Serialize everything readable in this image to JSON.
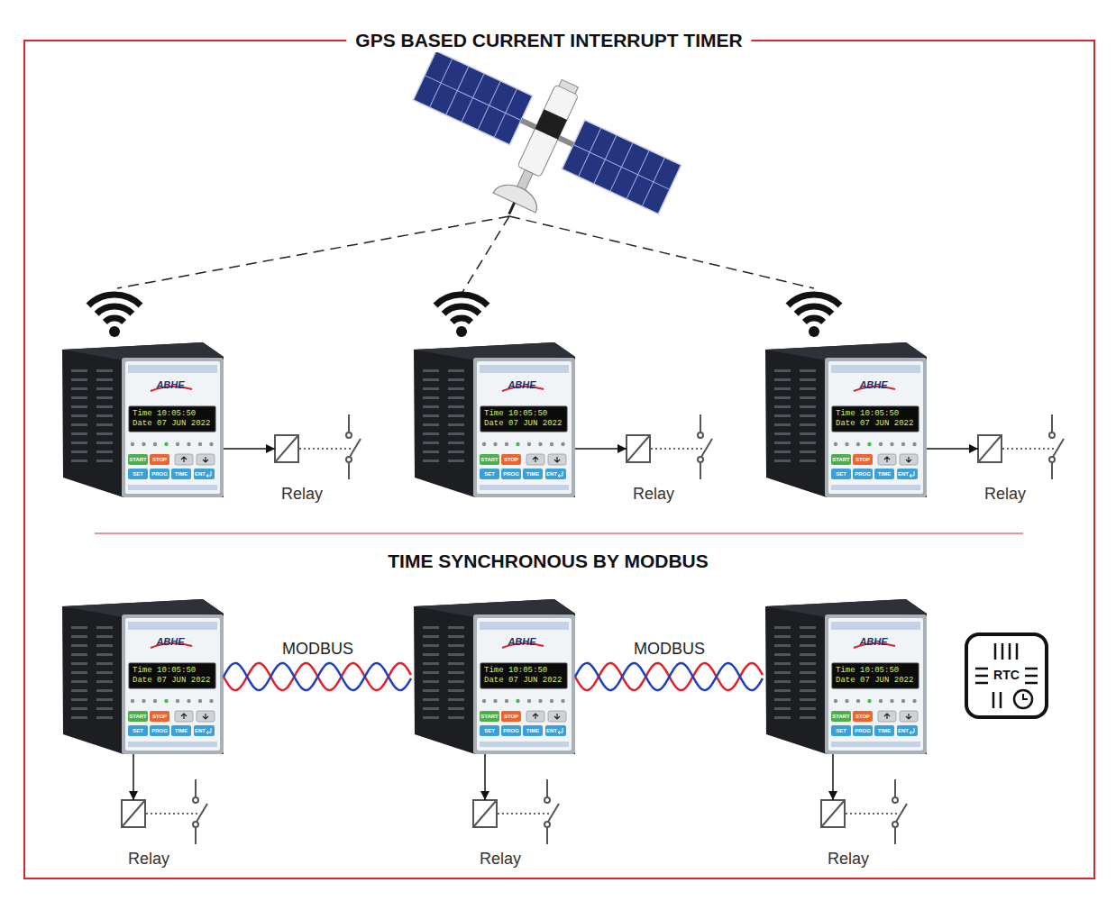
{
  "diagram": {
    "title": "GPS BASED CURRENT INTERRUPT TIMER",
    "nodes": [
      {
        "text": [
          "ABHE",
          "Time 10:05:50",
          "Date 07 JUN 2022",
          "START",
          "STOP",
          "SET",
          "PROG",
          "TIME",
          "ENT"
        ]
      },
      {
        "text": [
          "Relay"
        ]
      },
      {
        "text": [
          "ABHE",
          "Time 10:05:50",
          "Date 07 JUN 2022",
          "START",
          "STOP",
          "SET",
          "PROG",
          "TIME",
          "ENT"
        ]
      },
      {
        "text": [
          "Relay"
        ]
      },
      {
        "text": [
          "ABHE",
          "Time 10:05:50",
          "Date 07 JUN 2022",
          "START",
          "STOP",
          "SET",
          "PROG",
          "TIME",
          "ENT"
        ]
      },
      {
        "text": [
          "Relay"
        ]
      },
      {
        "text": [
          "ABHE",
          "Time 10:05:50",
          "Date 07 JUN 2022",
          "START",
          "STOP",
          "SET",
          "PROG",
          "TIME",
          "ENT"
        ]
      },
      {
        "text": [
          "ABHE",
          "Time 10:05:50",
          "Date 07 JUN 2022",
          "START",
          "STOP",
          "SET",
          "PROG",
          "TIME",
          "ENT"
        ]
      },
      {
        "text": [
          "ABHE",
          "Time 10:05:50",
          "Date 07 JUN 2022",
          "START",
          "STOP",
          "SET",
          "PROG",
          "TIME",
          "ENT"
        ]
      },
      {
        "text": [
          "RTC"
        ]
      },
      {
        "text": [
          "Relay"
        ]
      },
      {
        "text": [
          "Relay"
        ]
      },
      {
        "text": [
          "Relay"
        ]
      }
    ],
    "edges": [
      {
        "from": 0,
        "to": 1,
        "arrow": "to"
      },
      {
        "from": 2,
        "to": 3,
        "arrow": "to"
      },
      {
        "from": 4,
        "to": 5,
        "arrow": "to"
      },
      {
        "from": 6,
        "to": 10,
        "arrow": "to"
      },
      {
        "from": 7,
        "to": 11,
        "arrow": "to"
      },
      {
        "from": 8,
        "to": 12,
        "arrow": "to"
      },
      {
        "from": 6,
        "to": 7,
        "label": "MODBUS",
        "arrow": "none"
      },
      {
        "from": 7,
        "to": 8,
        "label": "MODBUS",
        "arrow": "none"
      }
    ],
    "labels": [
      "TIME SYNCHRONOUS BY MODBUS"
    ]
  }
}
